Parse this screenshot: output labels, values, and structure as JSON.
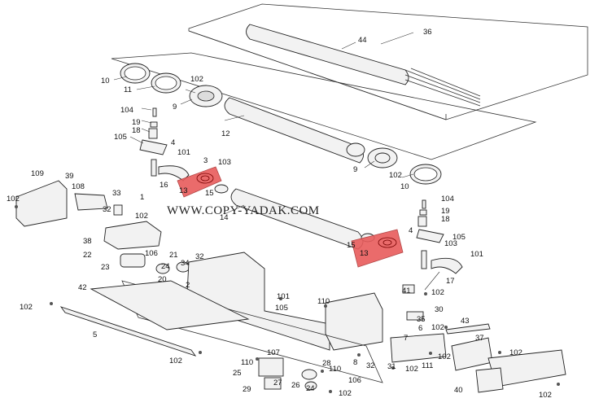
{
  "watermark": "WWW.COPY-YADAK.COM",
  "highlight_color": "#e85c5c",
  "labels": {
    "l36": "36",
    "l44": "44",
    "l10a": "10",
    "l11": "11",
    "l102a": "102",
    "l9a": "9",
    "l104a": "104",
    "l19a": "19",
    "l18a": "18",
    "l105a": "105",
    "l4a": "4",
    "l12": "12",
    "l101a": "101",
    "l3a": "3",
    "l103a": "103",
    "l16": "16",
    "l13a": "13",
    "l15a": "15",
    "l9b": "9",
    "l102b": "102",
    "l10b": "10",
    "l109": "109",
    "l39": "39",
    "l108": "108",
    "l102c": "102",
    "l33": "33",
    "l1": "1",
    "l14": "14",
    "l32a": "32",
    "l102d": "102",
    "l38": "38",
    "l22": "22",
    "l106a": "106",
    "l21": "21",
    "l23": "23",
    "l24a": "24",
    "l34": "34",
    "l32b": "32",
    "l20": "20",
    "l2": "2",
    "l42": "42",
    "l102e": "102",
    "l5": "5",
    "l102f": "102",
    "l104b": "104",
    "l19b": "19",
    "l18b": "18",
    "l4b": "4",
    "l105b": "105",
    "l15b": "15",
    "l13b": "13",
    "l103b": "103",
    "l101b": "101",
    "l17": "17",
    "l101c": "101",
    "l105c": "105",
    "l110a": "110",
    "l41": "41",
    "l102g": "102",
    "l30": "30",
    "l35": "35",
    "l43": "43",
    "l102h": "102",
    "l6": "6",
    "l7": "7",
    "l37": "37",
    "l8": "8",
    "l32c": "32",
    "l31": "31",
    "l102i": "102",
    "l111": "111",
    "l102j": "102",
    "l102k": "102",
    "l107": "107",
    "l110b": "110",
    "l25": "25",
    "l28": "28",
    "l110c": "110",
    "l27": "27",
    "l29": "29",
    "l26": "26",
    "l24b": "24",
    "l106b": "106",
    "l102l": "102",
    "l40": "40",
    "l102m": "102"
  }
}
